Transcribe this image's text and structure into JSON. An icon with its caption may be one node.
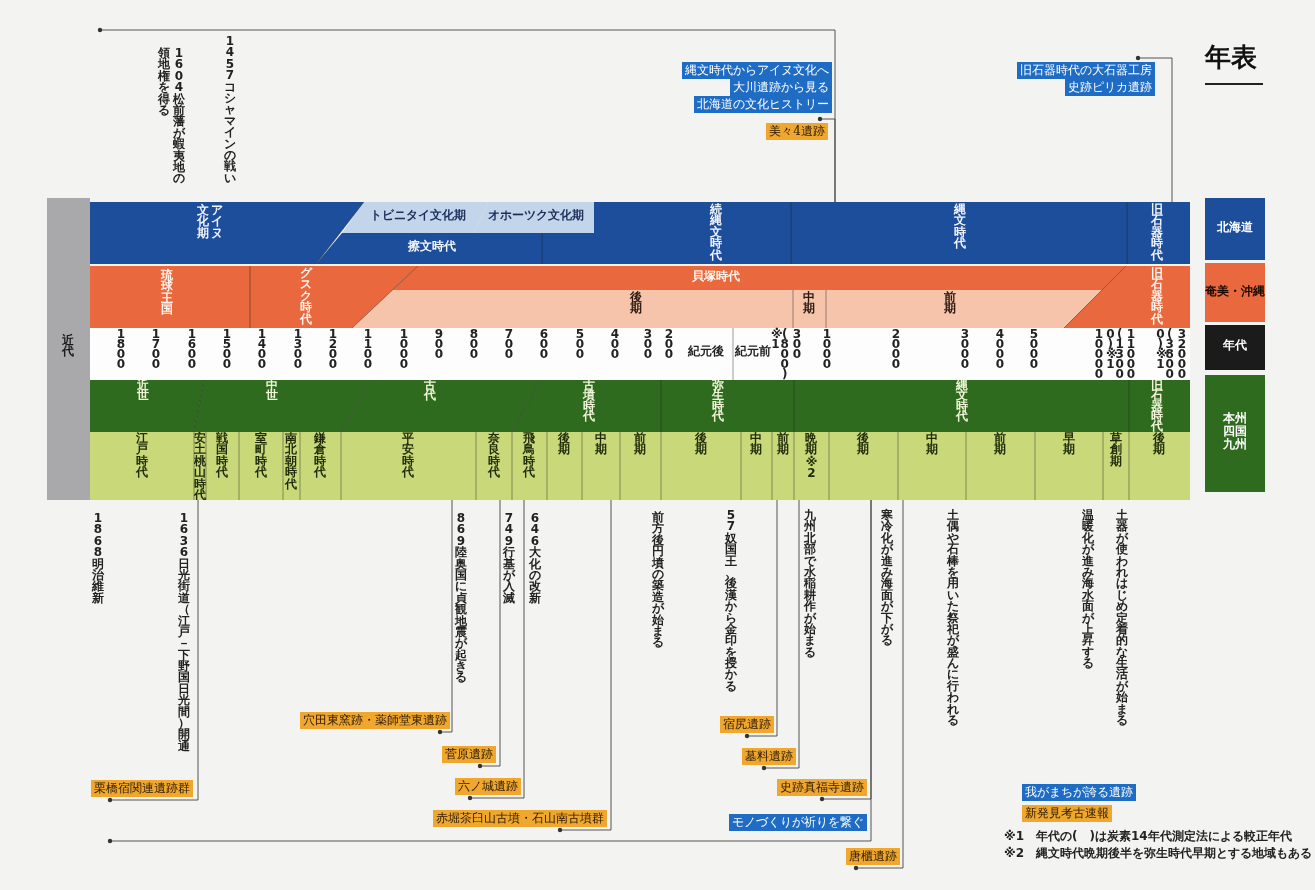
{
  "diagram": {
    "title": "年表",
    "nodes": [
      {
        "text": [
          "近代"
        ]
      },
      {
        "text": [
          "アイヌ文化期"
        ]
      },
      {
        "text": [
          "トビニタイ文化期"
        ]
      },
      {
        "text": [
          "オホーツク文化期"
        ]
      },
      {
        "text": [
          "擦文時代"
        ]
      },
      {
        "text": [
          "続縄文時代"
        ]
      },
      {
        "text": [
          "縄文時代"
        ]
      },
      {
        "text": [
          "旧石器時代"
        ]
      },
      {
        "text": [
          "琉球王国"
        ]
      },
      {
        "text": [
          "グスク時代"
        ]
      },
      {
        "text": [
          "貝塚時代"
        ]
      },
      {
        "text": [
          "後期"
        ],
        "in": 10
      },
      {
        "text": [
          "中期"
        ],
        "in": 10
      },
      {
        "text": [
          "前期"
        ],
        "in": 10
      },
      {
        "text": [
          "旧石器時代"
        ]
      },
      {
        "text": [
          "近世"
        ]
      },
      {
        "text": [
          "中世"
        ]
      },
      {
        "text": [
          "古代"
        ]
      },
      {
        "text": [
          "古墳時代"
        ]
      },
      {
        "text": [
          "弥生時代"
        ]
      },
      {
        "text": [
          "縄文時代"
        ]
      },
      {
        "text": [
          "旧石器時代"
        ]
      },
      {
        "text": [
          "江戸時代"
        ]
      },
      {
        "text": [
          "安土桃山時代"
        ]
      },
      {
        "text": [
          "戦国時代"
        ]
      },
      {
        "text": [
          "室町時代"
        ]
      },
      {
        "text": [
          "南北朝時代"
        ]
      },
      {
        "text": [
          "鎌倉時代"
        ]
      },
      {
        "text": [
          "平安時代"
        ]
      },
      {
        "text": [
          "奈良時代"
        ]
      },
      {
        "text": [
          "飛鳥時代"
        ]
      },
      {
        "text": [
          "後期"
        ]
      },
      {
        "text": [
          "中期"
        ]
      },
      {
        "text": [
          "前期"
        ]
      },
      {
        "text": [
          "後期"
        ]
      },
      {
        "text": [
          "中期"
        ]
      },
      {
        "text": [
          "前期"
        ]
      },
      {
        "text": [
          "晩期",
          "※2"
        ]
      },
      {
        "text": [
          "後期"
        ]
      },
      {
        "text": [
          "中期"
        ]
      },
      {
        "text": [
          "前期"
        ]
      },
      {
        "text": [
          "早期"
        ]
      },
      {
        "text": [
          "草創期"
        ]
      },
      {
        "text": [
          "後期"
        ]
      },
      {
        "text": [
          "北海道"
        ]
      },
      {
        "text": [
          "奄美・沖縄"
        ]
      },
      {
        "text": [
          "年代"
        ]
      },
      {
        "text": [
          "本州四国九州"
        ]
      },
      {
        "text": [
          "縄文時代からアイヌ文化へ"
        ]
      },
      {
        "text": [
          "大川遺跡から見る"
        ]
      },
      {
        "text": [
          "北海道の文化ヒストリー"
        ]
      },
      {
        "text": [
          "美々4遺跡"
        ]
      },
      {
        "text": [
          "旧石器時代の大石器工房"
        ]
      },
      {
        "text": [
          "史跡ピリカ遺跡"
        ]
      },
      {
        "text": [
          "栗橋宿関連遺跡群"
        ]
      },
      {
        "text": [
          "穴田東窯跡・薬師堂東遺跡"
        ]
      },
      {
        "text": [
          "菅原遺跡"
        ]
      },
      {
        "text": [
          "六ノ城遺跡"
        ]
      },
      {
        "text": [
          "赤堀茶臼山古墳・石山南古墳群"
        ]
      },
      {
        "text": [
          "宿尻遺跡"
        ]
      },
      {
        "text": [
          "墓料遺跡"
        ]
      },
      {
        "text": [
          "史跡真福寺遺跡"
        ]
      },
      {
        "text": [
          "モノづくりが祈りを繋ぐ"
        ]
      },
      {
        "text": [
          "唐櫃遺跡"
        ]
      }
    ],
    "edges": [
      {
        "from": 54,
        "to": 23,
        "arrow": "other"
      },
      {
        "from": 55,
        "to": 28,
        "arrow": "other"
      },
      {
        "from": 56,
        "to": 29,
        "arrow": "other"
      },
      {
        "from": 57,
        "to": 30,
        "arrow": "other"
      },
      {
        "from": 58,
        "to": 32,
        "arrow": "other"
      },
      {
        "from": 59,
        "to": 36,
        "arrow": "other"
      },
      {
        "from": 60,
        "to": 37,
        "arrow": "other"
      },
      {
        "from": 61,
        "to": 38,
        "arrow": "other"
      },
      {
        "from": 63,
        "to": 39,
        "arrow": "other"
      },
      {
        "from": 51,
        "to": 6,
        "arrow": "other"
      },
      {
        "from": 52,
        "to": 7,
        "arrow": "other"
      },
      {
        "from": null,
        "to": 6,
        "arrow": "other"
      },
      {
        "from": null,
        "to": 38,
        "arrow": "other"
      }
    ],
    "labels": [
      "1604 松前藩が蝦夷地の",
      "領地権を得る",
      "1457 コシャマインの戦い",
      "1800",
      "1700",
      "1600",
      "1500",
      "1400",
      "1300",
      "1200",
      "1100",
      "1000",
      "900",
      "800",
      "700",
      "600",
      "500",
      "400",
      "300",
      "200",
      "紀元後",
      "紀元前",
      "(800)※1",
      "300",
      "1000",
      "2000",
      "3000",
      "4000",
      "5000",
      "10000",
      "(13000)※1",
      "11000",
      "(38000)※1",
      "32000",
      "1868 明治維新",
      "1636 日光街道（江戸－下野国日光間）開通",
      "869 陸奥国に貞観地震が起きる",
      "749 行基が入滅",
      "646 大化の改新",
      "前方後円墳の築造が始まる",
      "57 奴国王、後漢から金印を授かる",
      "九州北部で水稲耕作が始まる",
      "寒冷化が進み海面が下がる",
      "土偶や石棒を用いた祭祀が盛んに行われる",
      "温暖化が進み海水面が上昇する",
      "土器が使われはじめ定着的な生活が始まる",
      "※1　年代の(　)は炭素14年代測定法による較正年代",
      "※2　縄文時代晩期後半を弥生時代早期とする地域もある"
    ],
    "legend": [
      {
        "text": "我がまちが誇る遺跡",
        "color": "#1f6cc4"
      },
      {
        "text": "新発見考古速報",
        "color": "#f0a72e"
      }
    ]
  }
}
